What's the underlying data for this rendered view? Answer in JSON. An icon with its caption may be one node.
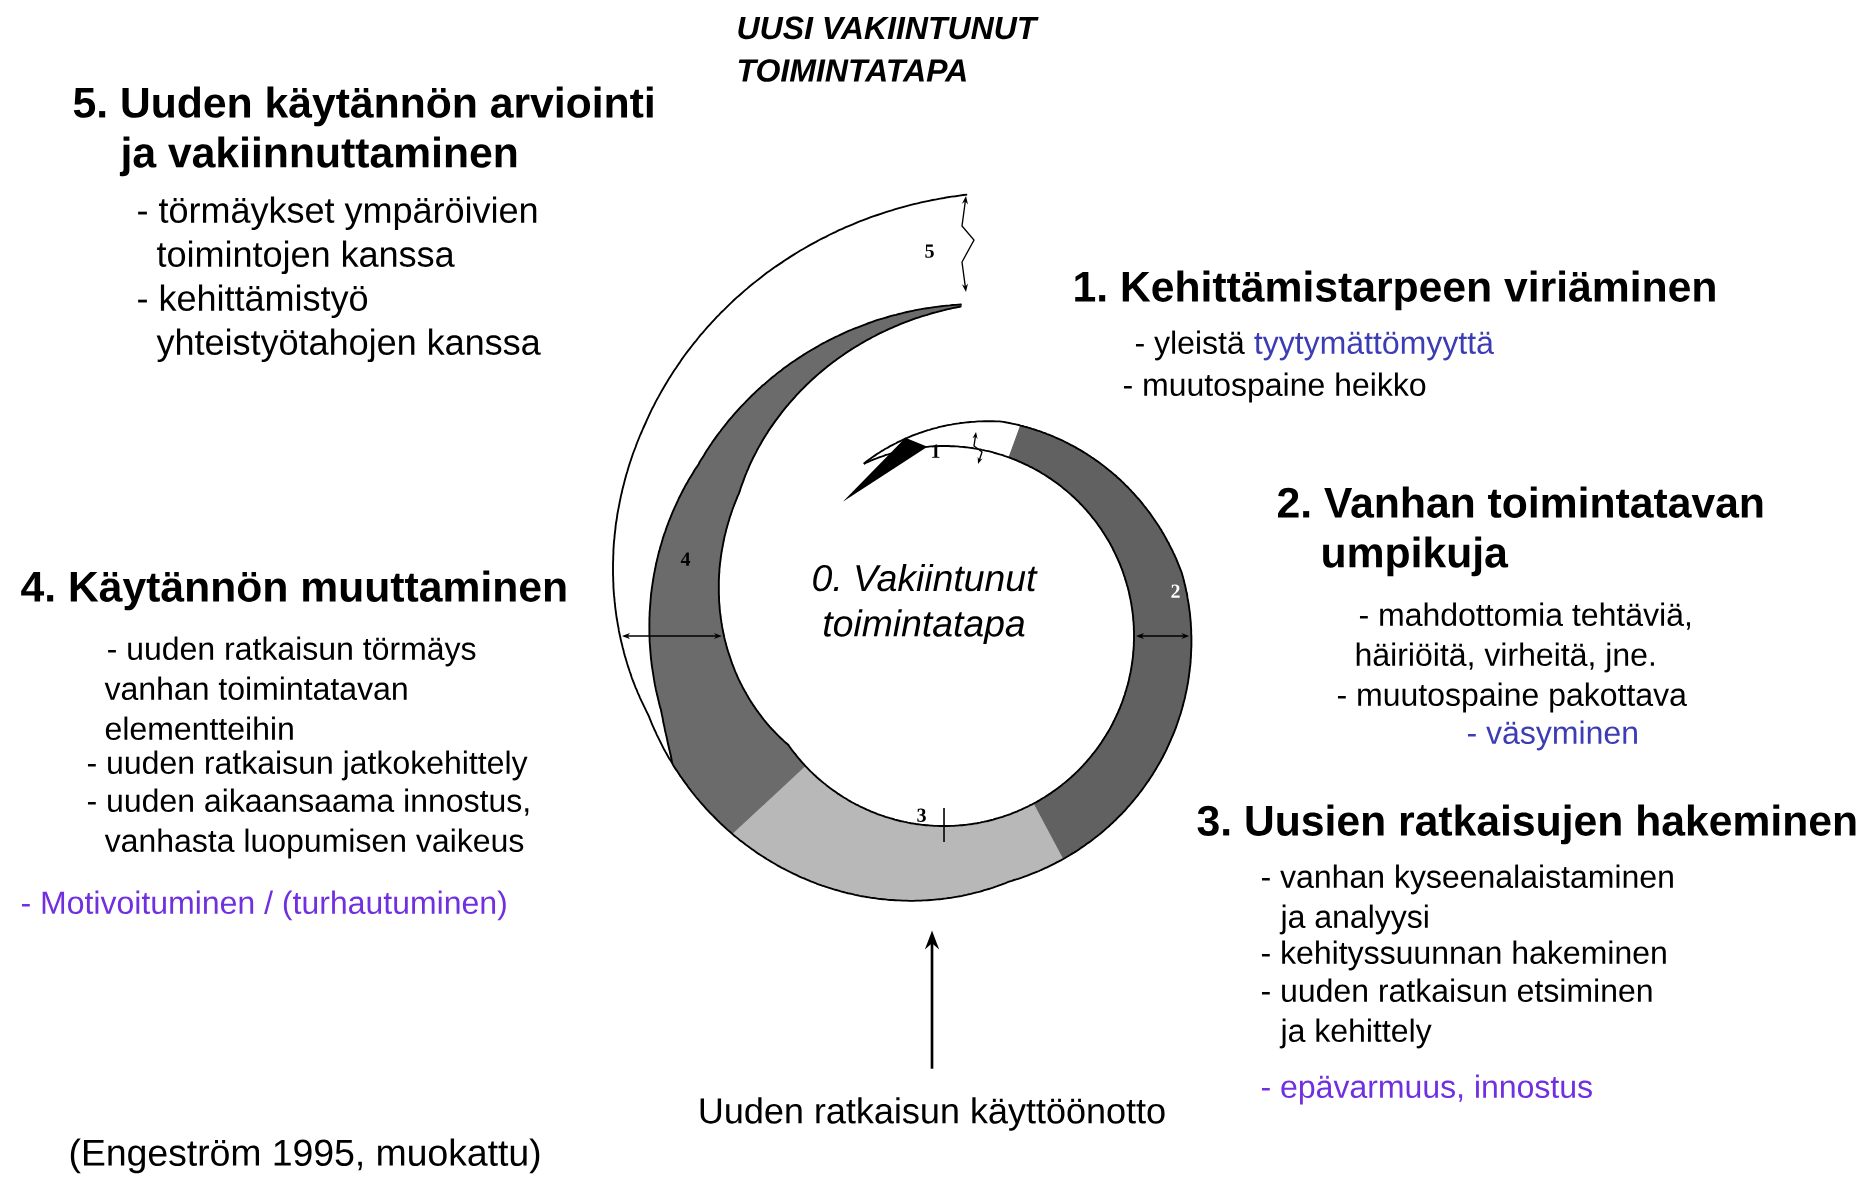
{
  "diagram": {
    "nodes": [
      {
        "text": [],
        "shape": "picture"
      },
      {
        "text": [
          "0. Vakiintunut toimintatapa"
        ],
        "in": 0
      },
      {
        "text": [
          "Uuden ratkaisun käyttöönotto"
        ]
      }
    ],
    "edges": [
      {
        "from": 2,
        "to": 0,
        "arrow": "to"
      }
    ],
    "labels": [
      "UUSI VAKIINTUNUT TOIMINTATAPA",
      "5. Uuden käytännön arviointi ja vakiinnuttaminen",
      "- törmäykset ympäröivien toimintojen kanssa",
      "- kehittämistyö yhteistyötahojen kanssa",
      "5",
      "1. Kehittämistarpeen viriäminen",
      "- yleistä",
      "tyytymättömyyttä",
      "- muutospaine heikko",
      "1",
      "2. Vanhan toimintatavan umpikuja",
      "4. Käytännön muuttaminen",
      "4",
      "2",
      "- mahdottomia tehtäviä, häiriöitä, virheitä, jne.",
      "- uuden ratkaisun törmäys vanhan toimintatavan elementteihin",
      "- muutospaine pakottava",
      "- väsyminen",
      "- uuden ratkaisun jatkokehittely",
      "- uuden aikaansaama innostus, vanhasta luopumisen vaikeus",
      "3",
      "3. Uusien ratkaisujen hakeminen",
      "- Motivoituminen / (turhautuminen)",
      "- vanhan kyseenalaistaminen ja analyysi",
      "- kehityssuunnan hakeminen",
      "- uuden ratkaisun etsiminen ja kehittely",
      "- epävarmuus, innostus",
      "(Engeström 1995, muokattu)"
    ]
  }
}
